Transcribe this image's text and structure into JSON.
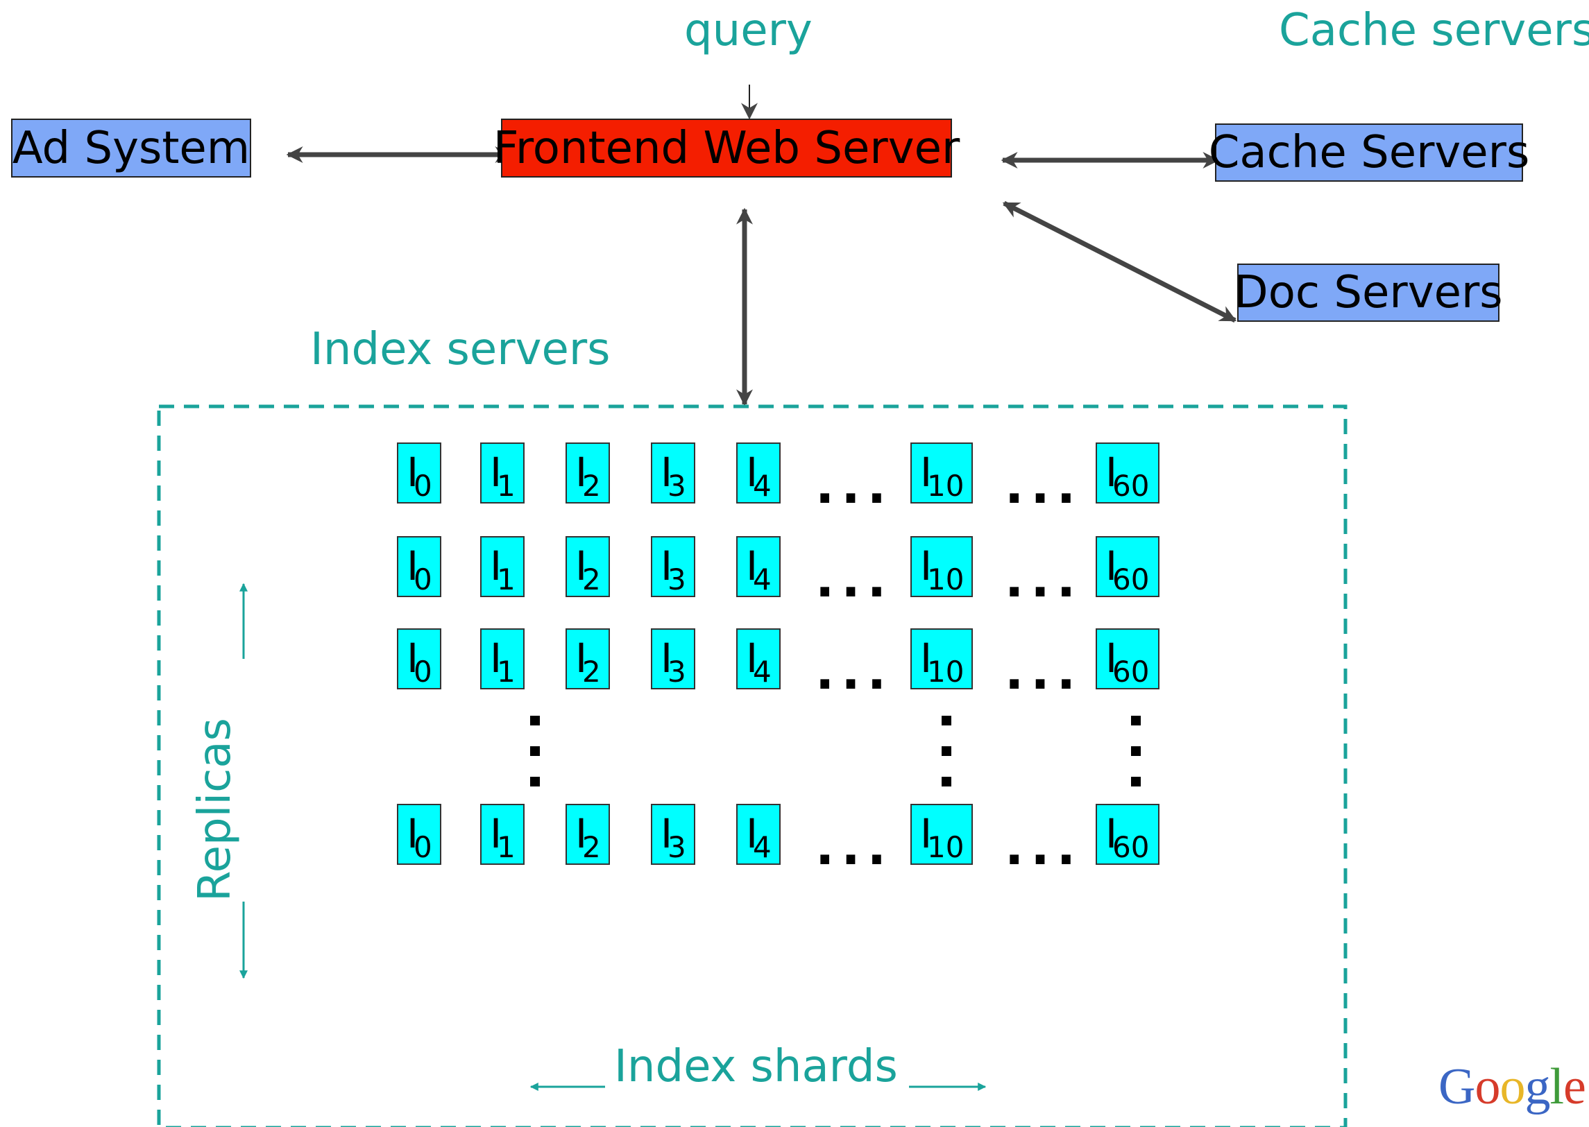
{
  "labels": {
    "query": "query",
    "cache_servers_heading": "Cache servers",
    "index_servers": "Index servers",
    "replicas": "Replicas",
    "index_shards": "Index shards"
  },
  "boxes": {
    "ad_system": "Ad System",
    "frontend": "Frontend Web Server",
    "cache_servers": "Cache Servers",
    "doc_servers": "Doc Servers"
  },
  "shard_base": "I",
  "shard_subscripts": [
    "0",
    "1",
    "2",
    "3",
    "4",
    "10",
    "60"
  ],
  "ellipsis": "...",
  "logo": {
    "letters": [
      "G",
      "o",
      "o",
      "g",
      "l",
      "e"
    ]
  },
  "colors": {
    "teal": "#1aa39b",
    "frontend_box": "#f41e00",
    "server_box": "#7fa8f7",
    "shard_box": "#00ffff",
    "logo": [
      "#3b66c4",
      "#d63b2a",
      "#e8b628",
      "#3b66c4",
      "#3f9b3a",
      "#d63b2a"
    ]
  }
}
